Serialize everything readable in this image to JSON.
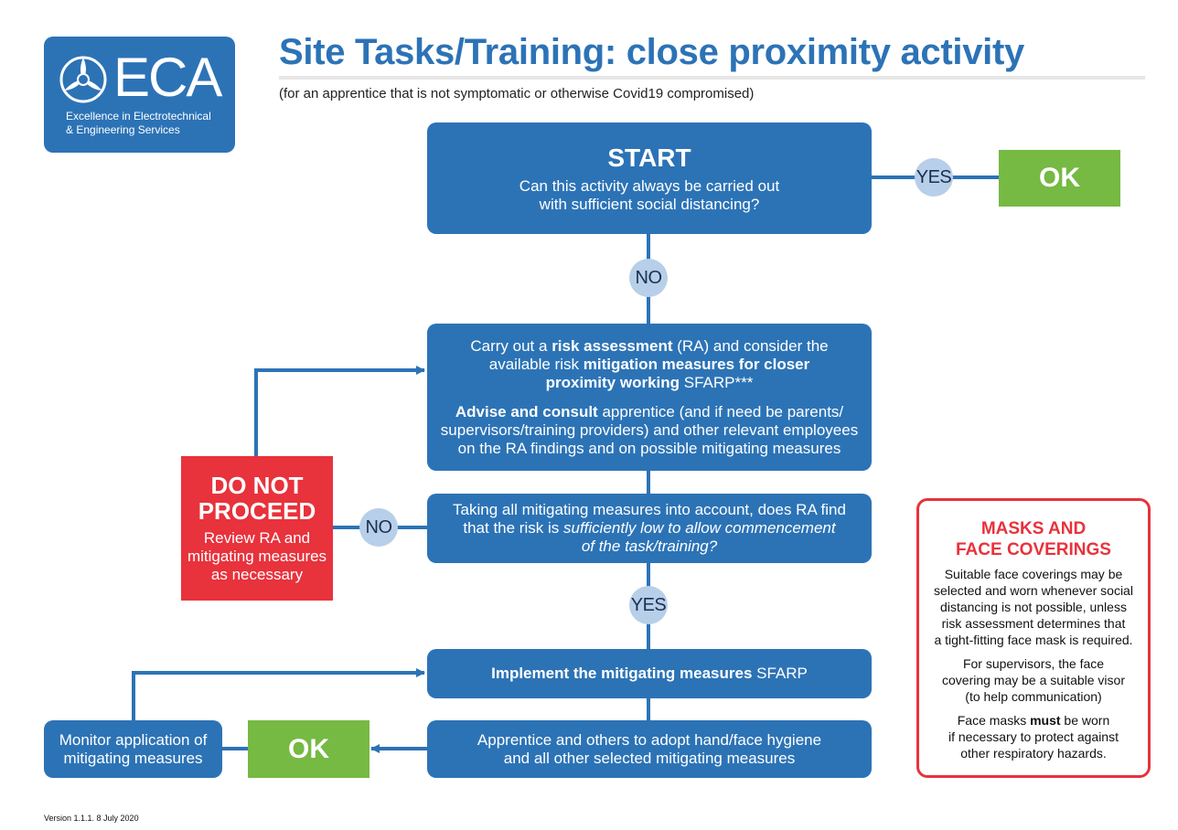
{
  "logo": {
    "name": "ECA",
    "tagline_1": "Excellence in Electrotechnical",
    "tagline_2": "& Engineering Services"
  },
  "header": {
    "title": "Site Tasks/Training: close proximity activity",
    "subtitle": "(for an apprentice that is not symptomatic or otherwise Covid19 compromised)"
  },
  "start": {
    "heading": "START",
    "line1": "Can this activity always be carried out",
    "line2": "with sufficient social distancing?"
  },
  "labels": {
    "yes": "YES",
    "no": "NO",
    "ok": "OK"
  },
  "risk_box": {
    "p1_a": "Carry out a ",
    "p1_b": "risk assessment",
    "p1_c": " (RA) and consider the",
    "p1_d": "available risk ",
    "p1_e": "mitigation measures for closer",
    "p1_f": "proximity working",
    "p1_g": " SFARP***",
    "p2_a": "Advise and consult",
    "p2_b": " apprentice (and if need be parents/",
    "p2_c": "supervisors/training providers) and other relevant employees",
    "p2_d": "on the RA findings and on possible mitigating measures"
  },
  "question_box": {
    "line1": "Taking all mitigating measures into account, does RA find",
    "line2_a": "that the risk is ",
    "line2_b": "sufficiently low to allow commencement",
    "line3": "of the task/training?"
  },
  "do_not_proceed": {
    "line1": "DO NOT",
    "line2": "PROCEED",
    "line3": "Review RA and",
    "line4": "mitigating measures",
    "line5": "as necessary"
  },
  "implement_box": {
    "bold": "Implement the mitigating measures",
    "rest": " SFARP"
  },
  "hygiene_box": {
    "line1": "Apprentice and others to adopt hand/face hygiene",
    "line2": "and all other selected mitigating measures"
  },
  "monitor_box": {
    "line1": "Monitor application of",
    "line2": "mitigating measures"
  },
  "masks": {
    "title1": "MASKS AND",
    "title2": "FACE COVERINGS",
    "p1": [
      "Suitable face coverings may be",
      "selected and worn whenever social",
      "distancing is not possible, unless",
      "risk assessment determines that",
      "a tight-fitting face mask is required."
    ],
    "p2": [
      "For supervisors, the face",
      "covering may be a suitable visor",
      "(to help communication)"
    ],
    "p3_a": "Face masks ",
    "p3_b": "must",
    "p3_c": " be worn",
    "p3_d": "if necessary to protect against",
    "p3_e": "other respiratory hazards."
  },
  "footer": {
    "version": "Version 1.1.1. 8 July 2020"
  },
  "colors": {
    "blue": "#2c73b6",
    "green": "#76b943",
    "red": "#e8323c",
    "light_blue": "#b7cfe8"
  }
}
